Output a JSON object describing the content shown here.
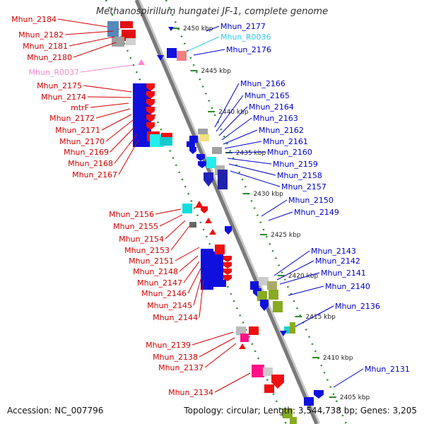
{
  "title": "Methanospirillum hungatei JF-1, complete genome",
  "footer": {
    "accession": "Accession: NC_007796",
    "topology": "Topology: circular; Length: 3,544,738 bp; Genes: 3,205"
  },
  "colors": {
    "plus_label": "#0000cc",
    "minus_label": "#d40000",
    "rna_label": "#33ccee",
    "rna_label_minus": "#ee88cc",
    "scale": "#228822"
  },
  "kbp_ticks": [
    "2450 kbp",
    "2445 kbp",
    "2440 kbp",
    "2435 kbp",
    "2430 kbp",
    "2425 kbp",
    "2420 kbp",
    "2415 kbp",
    "2410 kbp",
    "2405 kbp"
  ],
  "labels_right": [
    "Mhun_2177",
    "Mhun_R0036",
    "Mhun_2176",
    "Mhun_2166",
    "Mhun_2165",
    "Mhun_2164",
    "Mhun_2163",
    "Mhun_2162",
    "Mhun_2161",
    "Mhun_2160",
    "Mhun_2159",
    "Mhun_2158",
    "Mhun_2157",
    "Mhun_2150",
    "Mhun_2149",
    "Mhun_2143",
    "Mhun_2142",
    "Mhun_2141",
    "Mhun_2140",
    "Mhun_2136",
    "Mhun_2131"
  ],
  "labels_left": [
    "Mhun_2184",
    "Mhun_2182",
    "Mhun_2181",
    "Mhun_2180",
    "Mhun_R0037",
    "Mhun_2175",
    "Mhun_2174",
    "mtrF",
    "Mhun_2172",
    "Mhun_2171",
    "Mhun_2170",
    "Mhun_2169",
    "Mhun_2168",
    "Mhun_2167",
    "Mhun_2156",
    "Mhun_2155",
    "Mhun_2154",
    "Mhun_2153",
    "Mhun_2151",
    "Mhun_2148",
    "Mhun_2147",
    "Mhun_2146",
    "Mhun_2145",
    "Mhun_2144",
    "Mhun_2139",
    "Mhun_2138",
    "Mhun_2137",
    "Mhun_2134"
  ]
}
